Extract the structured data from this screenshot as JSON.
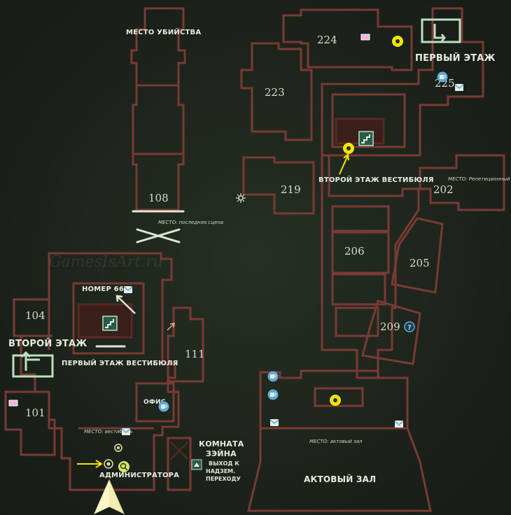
{
  "map": {
    "watermark": "GamesIsArt.ru",
    "areas": {
      "murder_place": "МЕСТО УБИЙСТВА",
      "first_floor": "ПЕРВЫЙ ЭТАЖ",
      "second_floor": "ВТОРОЙ ЭТАЖ",
      "lobby_second": "ВТОРОЙ ЭТАЖ ВЕСТИБЮЛЯ",
      "lobby_first": "ПЕРВЫЙ ЭТАЖ ВЕСТИБЮЛЯ",
      "room_666": "НОМЕР 666",
      "office": "ОФИС",
      "admin": "АДМИНИСТРАТОРА",
      "zane_room_1": "КОМНАТА",
      "zane_room_2": "ЗЭЙНА",
      "exit_1": "ВЫХОД К",
      "exit_2": "НАДЗЕМ.",
      "exit_3": "ПЕРЕХОДУ",
      "assembly_hall": "АКТОВЫЙ ЗАЛ"
    },
    "places": {
      "last_scene": "МЕСТО: последняя сцена",
      "rehearsal": "МЕСТО: Репетиционный зал",
      "assembly": "МЕСТО: актовый зал",
      "lobby": "МЕСТО: вестибюль"
    },
    "rooms": [
      "108",
      "224",
      "223",
      "225",
      "219",
      "202",
      "206",
      "205",
      "209",
      "104",
      "111",
      "101"
    ],
    "icon_names": [
      "save-point-icon",
      "stairs-icon",
      "mail-icon",
      "question-icon",
      "objective-marker-icon",
      "player-arrow-icon",
      "gear-icon",
      "pink-item-icon"
    ],
    "colors": {
      "wall": "#7a3a34",
      "floor": "#263024",
      "text": "#e7ece0",
      "marker": "#f2e600",
      "stairs": "#b9e0c0",
      "icon": "#5fa8d8"
    }
  }
}
